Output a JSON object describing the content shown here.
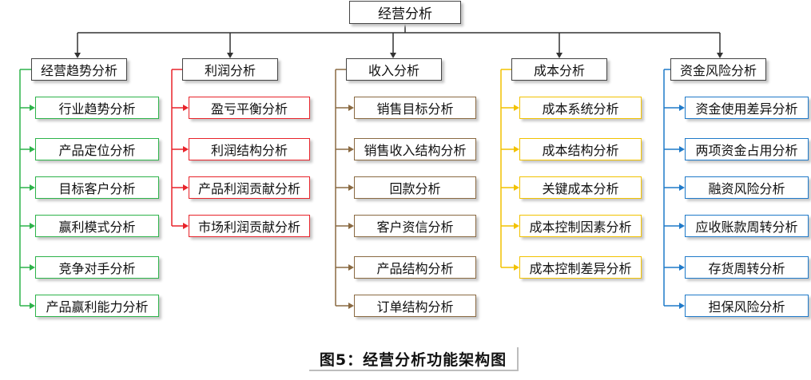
{
  "root": {
    "label": "经营分析"
  },
  "caption": "图5：经营分析功能架构图",
  "categories": [
    {
      "label": "经营趋势分析",
      "color": "#2db34a",
      "items": [
        "行业趋势分析",
        "产品定位分析",
        "目标客户分析",
        "赢利模式分析",
        "竞争对手分析",
        "产品赢利能力分析"
      ]
    },
    {
      "label": "利润分析",
      "color": "#e8232a",
      "items": [
        "盈亏平衡分析",
        "利润结构分析",
        "产品利润贡献分析",
        "市场利润贡献分析"
      ]
    },
    {
      "label": "收入分析",
      "color": "#8a6a42",
      "items": [
        "销售目标分析",
        "销售收入结构分析",
        "回款分析",
        "客户资信分析",
        "产品结构分析",
        "订单结构分析"
      ]
    },
    {
      "label": "成本分析",
      "color": "#f2c200",
      "items": [
        "成本系统分析",
        "成本结构分析",
        "关键成本分析",
        "成本控制因素分析",
        "成本控制差异分析"
      ]
    },
    {
      "label": "资金风险分析",
      "color": "#1f7ac9",
      "items": [
        "资金使用差异分析",
        "两项资金占用分析",
        "融资风险分析",
        "应收账款周转分析",
        "存货周转分析",
        "担保风险分析"
      ]
    }
  ]
}
